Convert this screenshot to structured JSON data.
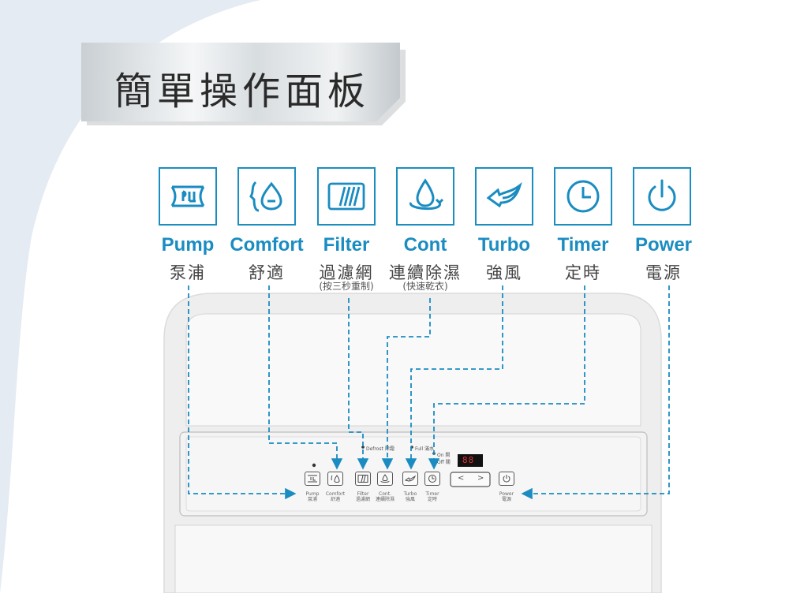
{
  "title": "簡單操作面板",
  "colors": {
    "accent": "#1a8cc1",
    "background_curve": "#e3eaf2"
  },
  "features": [
    {
      "icon": "pump-icon",
      "en": "Pump",
      "zh": "泵浦",
      "note": ""
    },
    {
      "icon": "comfort-drop-icon",
      "en": "Comfort",
      "zh": "舒適",
      "note": ""
    },
    {
      "icon": "filter-icon",
      "en": "Filter",
      "zh": "過濾網",
      "note": "(按三秒重制)"
    },
    {
      "icon": "continuous-drain-icon",
      "en": "Cont",
      "zh": "連續除濕",
      "note": "(快速乾衣)"
    },
    {
      "icon": "turbo-fan-icon",
      "en": "Turbo",
      "zh": "強風",
      "note": ""
    },
    {
      "icon": "timer-clock-icon",
      "en": "Timer",
      "zh": "定時",
      "note": ""
    },
    {
      "icon": "power-icon",
      "en": "Power",
      "zh": "電源",
      "note": ""
    }
  ],
  "panel": {
    "indicators": {
      "defrost": "Defrost 除霜",
      "full": "Full 滿水",
      "on": "On 開",
      "off": "Off 關"
    },
    "display": "88",
    "buttons": [
      {
        "en": "Pump",
        "zh": "泵浦"
      },
      {
        "en": "Comfort",
        "zh": "舒適"
      },
      {
        "en": "Filter",
        "zh": "過濾網"
      },
      {
        "en": "Cont.",
        "zh": "連續除濕"
      },
      {
        "en": "Turbo",
        "zh": "強風"
      },
      {
        "en": "Timer",
        "zh": "定時"
      },
      {
        "en": "Power",
        "zh": "電源"
      }
    ],
    "arrow_left": "<",
    "arrow_right": ">"
  }
}
